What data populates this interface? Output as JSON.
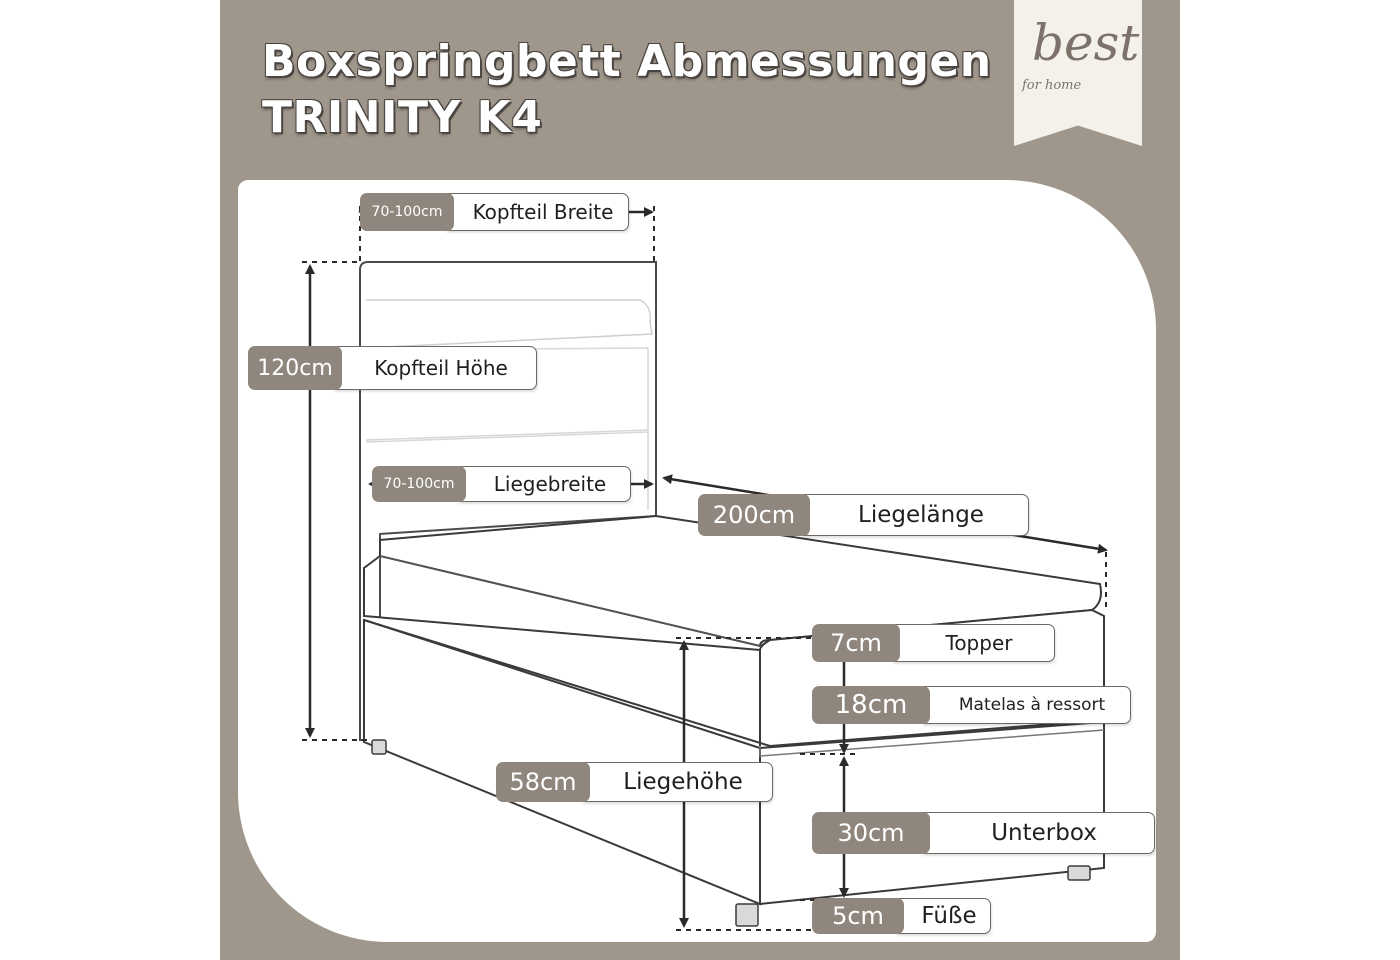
{
  "title": {
    "line1": "Boxspringbett Abmessungen",
    "line2": "TRINITY K4"
  },
  "logo": {
    "text": "best",
    "subtext": "for home"
  },
  "labels": {
    "kopfteil_breite": {
      "value": "70-100cm",
      "name": "Kopfteil Breite"
    },
    "kopfteil_hoehe": {
      "value": "120cm",
      "name": "Kopfteil Höhe"
    },
    "liegebreite": {
      "value": "70-100cm",
      "name": "Liegebreite"
    },
    "liegelaenge": {
      "value": "200cm",
      "name": "Liegelänge"
    },
    "topper": {
      "value": "7cm",
      "name": "Topper"
    },
    "matratze": {
      "value": "18cm",
      "name": "Matelas à ressort"
    },
    "liegehoehe": {
      "value": "58cm",
      "name": "Liegehöhe"
    },
    "unterbox": {
      "value": "30cm",
      "name": "Unterbox"
    },
    "fuesse": {
      "value": "5cm",
      "name": "Füße"
    }
  },
  "colors": {
    "frame": "#a0978c",
    "badge": "#8f877d",
    "line": "#2a2a2a"
  }
}
